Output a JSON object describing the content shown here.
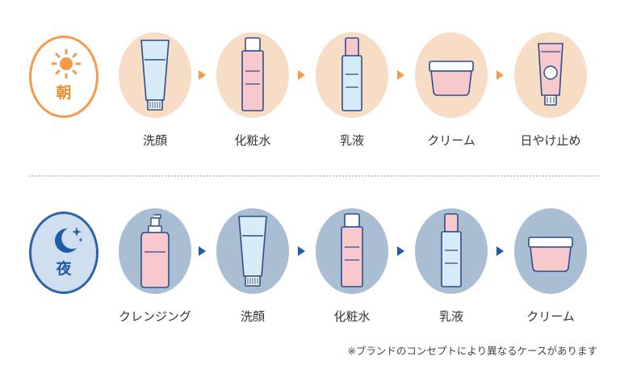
{
  "morning": {
    "badge_label": "朝",
    "badge_icon": "sun-icon",
    "steps": [
      {
        "label": "洗顔",
        "icon": "tube-icon"
      },
      {
        "label": "化粧水",
        "icon": "pink-bottle-icon"
      },
      {
        "label": "乳液",
        "icon": "blue-bottle-icon"
      },
      {
        "label": "クリーム",
        "icon": "cream-jar-icon"
      },
      {
        "label": "日やけ止め",
        "icon": "sunscreen-tube-icon"
      }
    ]
  },
  "night": {
    "badge_label": "夜",
    "badge_icon": "moon-stars-icon",
    "steps": [
      {
        "label": "クレンジング",
        "icon": "pump-bottle-icon"
      },
      {
        "label": "洗顔",
        "icon": "tube-icon"
      },
      {
        "label": "化粧水",
        "icon": "pink-bottle-icon"
      },
      {
        "label": "乳液",
        "icon": "blue-bottle-icon"
      },
      {
        "label": "クリーム",
        "icon": "cream-jar-icon"
      }
    ]
  },
  "footnote": "※ブランドのコンセプトにより異なるケースがあります",
  "colors": {
    "morning_accent": "#f59a4a",
    "morning_disc": "#f8ddc6",
    "night_accent": "#1f5ba6",
    "night_disc": "#a9bdd3",
    "product_blue": "#d7ecf8",
    "product_pink": "#f7c9cc"
  }
}
